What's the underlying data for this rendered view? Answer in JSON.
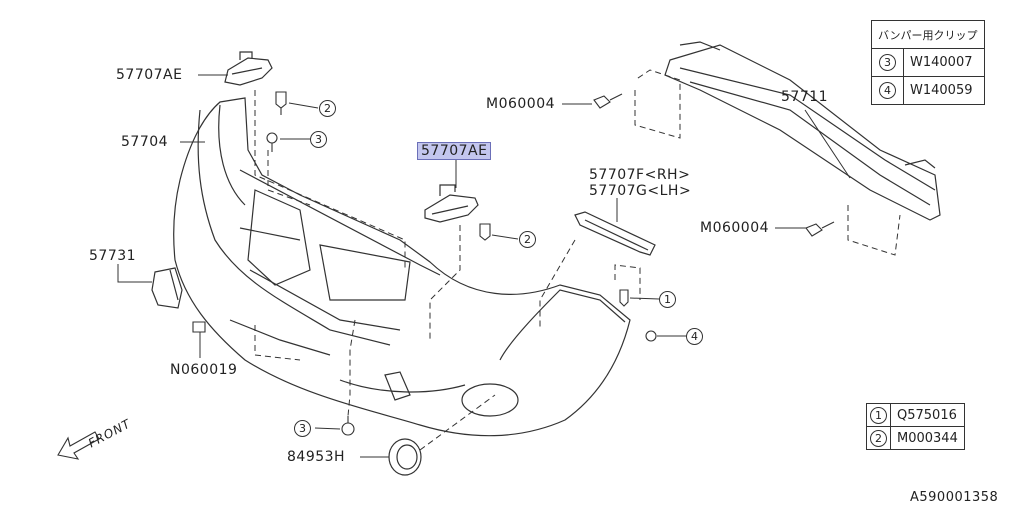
{
  "labels": {
    "p57707AE_top": "57707AE",
    "p57704": "57704",
    "p57731": "57731",
    "n060019": "N060019",
    "p84953H": "84953H",
    "p57707AE_sel": "57707AE",
    "p57707F": "57707F<RH>",
    "p57707G": "57707G<LH>",
    "m060004_top": "M060004",
    "m060004_mid": "M060004",
    "p57711": "57711",
    "front": "FRONT"
  },
  "callouts": {
    "c1": "1",
    "c2": "2",
    "c3": "3",
    "c4": "4"
  },
  "clip_table": {
    "header": "バンパー用クリップ",
    "rows": [
      {
        "num": "3",
        "code": "W140007"
      },
      {
        "num": "4",
        "code": "W140059"
      }
    ]
  },
  "legend_table": {
    "rows": [
      {
        "num": "1",
        "code": "Q575016"
      },
      {
        "num": "2",
        "code": "M000344"
      }
    ]
  },
  "diagram_code": "A590001358",
  "colors": {
    "highlight": "#c3c6ee",
    "line": "#333333"
  }
}
